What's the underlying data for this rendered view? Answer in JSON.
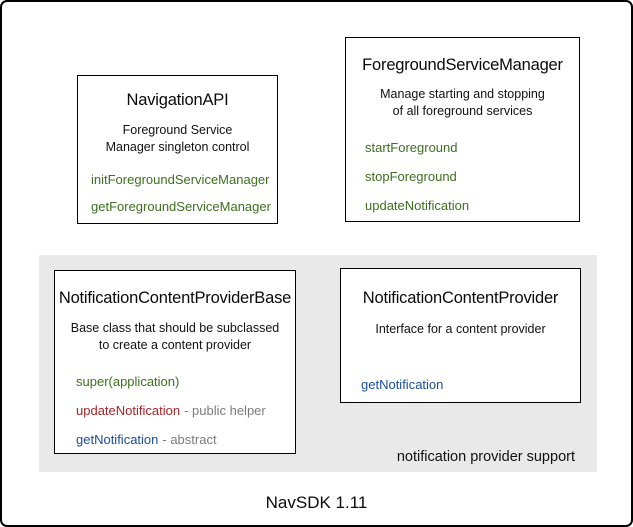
{
  "diagram": {
    "boxes": [
      {
        "title": "NavigationAPI",
        "desc": [
          "Foreground Service",
          "Manager singleton control"
        ],
        "methods": [
          {
            "name": "initForegroundServiceManager",
            "color": "green"
          },
          {
            "name": "getForegroundServiceManager",
            "color": "green"
          }
        ]
      },
      {
        "title": "ForegroundServiceManager",
        "desc": [
          "Manage starting and stopping",
          "of all foreground services"
        ],
        "methods": [
          {
            "name": "startForeground",
            "color": "green"
          },
          {
            "name": "stopForeground",
            "color": "green"
          },
          {
            "name": "updateNotification",
            "color": "green"
          }
        ]
      },
      {
        "title": "NotificationContentProviderBase",
        "desc": [
          "Base class that should be subclassed",
          "to create a content provider"
        ],
        "methods": [
          {
            "name": "super(application)",
            "color": "green"
          },
          {
            "name": "updateNotification",
            "color": "red",
            "suffix": "- public helper"
          },
          {
            "name": "getNotification",
            "color": "blue",
            "suffix": "- abstract"
          }
        ]
      },
      {
        "title": "NotificationContentProvider",
        "desc": [
          "Interface for a content provider"
        ],
        "methods": [
          {
            "name": "getNotification",
            "color": "blue"
          }
        ]
      }
    ],
    "group_label": "notification provider support",
    "footer": "NavSDK 1.11",
    "colors": {
      "method_green": "#3c701e",
      "method_red": "#ab2328",
      "method_blue": "#1b4fa0",
      "suffix_gray": "#7b7b7b",
      "group_background": "#e9e9e9",
      "box_border": "#000000"
    }
  }
}
